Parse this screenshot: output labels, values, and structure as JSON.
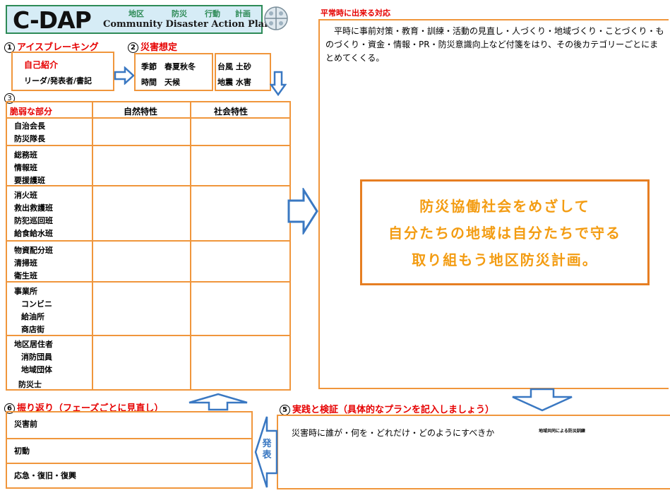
{
  "logo": {
    "title": "C-DAP",
    "jp_words": [
      "地区",
      "防災",
      "行動",
      "計画"
    ],
    "subtitle": "Community Disaster Action Plan"
  },
  "section1": {
    "number": "1",
    "title": "アイスブレーキング",
    "line1": "自己紹介",
    "line2": "リーダ/発表者/書記"
  },
  "section2": {
    "number": "2",
    "title": "災害想定",
    "left_row1": "季節　春夏秋冬",
    "left_row2": "時間　天候",
    "right_row1": "台風 土砂",
    "right_row2": "地震 水害"
  },
  "section3": {
    "number": "3",
    "table": {
      "headers": [
        "脆弱な部分",
        "自然特性",
        "社会特性"
      ],
      "groups": [
        {
          "lines": [
            "自治会長",
            "防災隊長"
          ]
        },
        {
          "lines": [
            "総務班",
            "情報班",
            "要援護班"
          ]
        },
        {
          "lines": [
            "消火班",
            "救出救護班",
            "防犯巡回班",
            "給食給水班"
          ]
        },
        {
          "lines": [
            "物資配分班",
            "清掃班",
            "衛生班"
          ]
        },
        {
          "lines": [
            "事業所",
            "コンビニ",
            "給油所",
            "商店街"
          ]
        },
        {
          "lines": [
            "地区居住者",
            "消防団員",
            "地域団体",
            "防災士"
          ]
        }
      ]
    }
  },
  "normal": {
    "title": "平常時に出来る対応",
    "body": "平時に事前対策・教育・訓練・活動の見直し・人づくり・地域づくり・ことづくり・ものづくり・資金・情報・PR・防災意識向上など付箋をはり、その後カテゴリーごとにまとめてくくる。",
    "slogan": [
      "防災協働社会をめざして",
      "自分たちの地域は自分たちで守る",
      "取り組もう地区防災計画。"
    ]
  },
  "section5": {
    "number": "5",
    "title": "実践と検証（具体的なプランを記入しましょう）",
    "body": "災害時に誰が・何を・どれだけ・どのようにすべきか",
    "note": "地域共同による防災訓練"
  },
  "section6": {
    "number": "6",
    "title": "振り返り（フェーズごとに見直し）",
    "rows": [
      "災害前",
      "初動",
      "応急・復旧・復興"
    ]
  },
  "present": {
    "label": "発表"
  }
}
